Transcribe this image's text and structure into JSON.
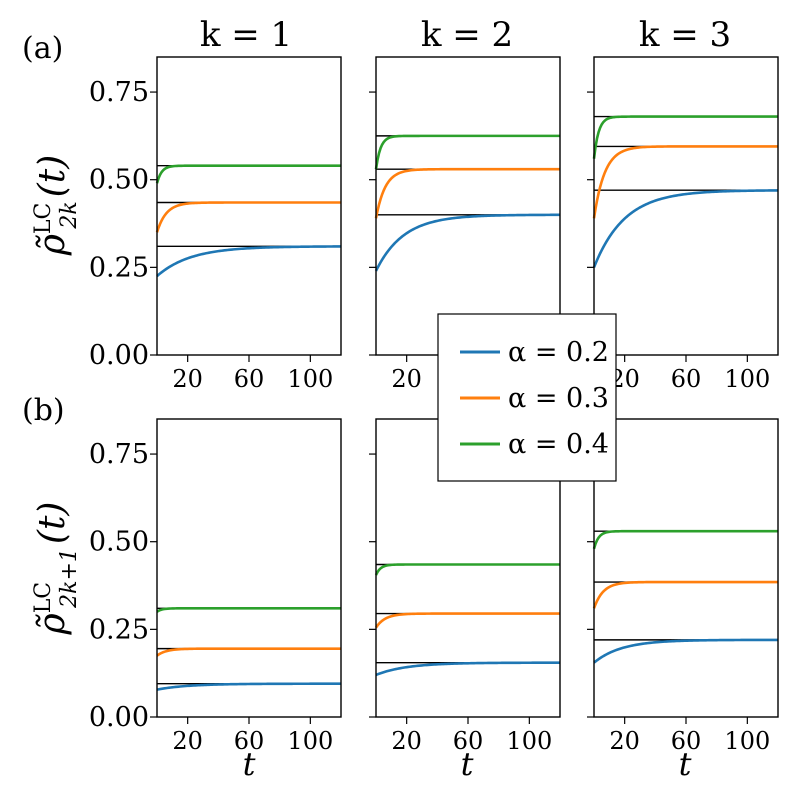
{
  "chart_data": {
    "type": "line",
    "column_titles": [
      "k = 1",
      "k = 2",
      "k = 3"
    ],
    "row_labels": [
      "(a)",
      "(b)"
    ],
    "xlabel": "t",
    "ylabels": [
      "ρ̃^LC_2k(t)",
      "ρ̃^LC_2k+1(t)"
    ],
    "xlim": [
      0,
      120
    ],
    "ylim": [
      0,
      0.85
    ],
    "xticks": [
      20,
      60,
      100
    ],
    "xtick_labels": [
      "20",
      "60",
      "100"
    ],
    "yticks": [
      0,
      0.25,
      0.5,
      0.75
    ],
    "ytick_labels": [
      "0.00",
      "0.25",
      "0.50",
      "0.75"
    ],
    "legend": {
      "placement": "center",
      "entries": [
        "α = 0.2",
        "α = 0.3",
        "α = 0.4"
      ]
    },
    "colors": [
      "#1f77b4",
      "#ff7f0e",
      "#2ca02c"
    ],
    "panels": [
      {
        "row": 0,
        "col": 0,
        "series": [
          {
            "start": 0.225,
            "asymptote": 0.31,
            "tau": 22
          },
          {
            "start": 0.35,
            "asymptote": 0.435,
            "tau": 6
          },
          {
            "start": 0.49,
            "asymptote": 0.54,
            "tau": 3
          }
        ]
      },
      {
        "row": 0,
        "col": 1,
        "series": [
          {
            "start": 0.24,
            "asymptote": 0.4,
            "tau": 18
          },
          {
            "start": 0.39,
            "asymptote": 0.53,
            "tau": 6
          },
          {
            "start": 0.53,
            "asymptote": 0.625,
            "tau": 3
          }
        ]
      },
      {
        "row": 0,
        "col": 2,
        "series": [
          {
            "start": 0.25,
            "asymptote": 0.47,
            "tau": 20
          },
          {
            "start": 0.39,
            "asymptote": 0.595,
            "tau": 7
          },
          {
            "start": 0.56,
            "asymptote": 0.68,
            "tau": 3
          }
        ]
      },
      {
        "row": 1,
        "col": 0,
        "series": [
          {
            "start": 0.078,
            "asymptote": 0.095,
            "tau": 20
          },
          {
            "start": 0.175,
            "asymptote": 0.195,
            "tau": 6
          },
          {
            "start": 0.3,
            "asymptote": 0.31,
            "tau": 3
          }
        ]
      },
      {
        "row": 1,
        "col": 1,
        "series": [
          {
            "start": 0.12,
            "asymptote": 0.155,
            "tau": 20
          },
          {
            "start": 0.255,
            "asymptote": 0.295,
            "tau": 6
          },
          {
            "start": 0.405,
            "asymptote": 0.435,
            "tau": 3
          }
        ]
      },
      {
        "row": 1,
        "col": 2,
        "series": [
          {
            "start": 0.155,
            "asymptote": 0.22,
            "tau": 18
          },
          {
            "start": 0.31,
            "asymptote": 0.385,
            "tau": 6
          },
          {
            "start": 0.48,
            "asymptote": 0.53,
            "tau": 3
          }
        ]
      }
    ]
  }
}
